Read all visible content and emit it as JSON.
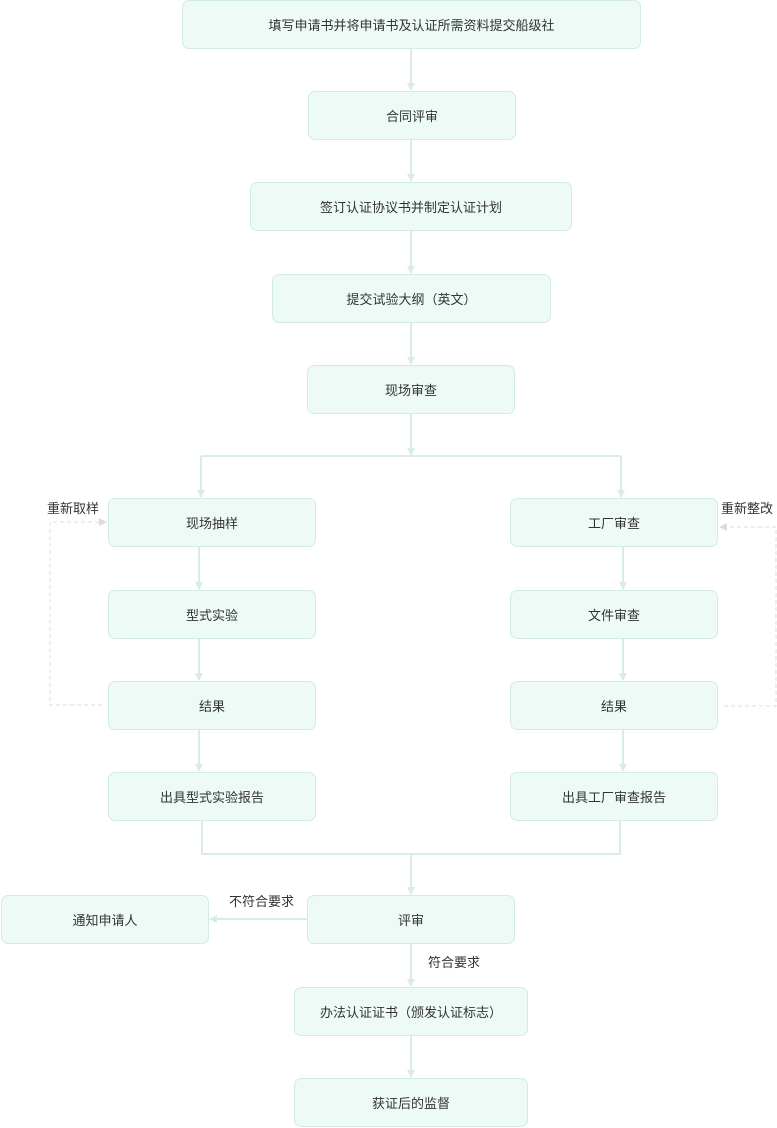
{
  "diagram": {
    "nodes": {
      "submit_application": "填写申请书并将申请书及认证所需资料提交船级社",
      "contract_review": "合同评审",
      "sign_agreement": "签订认证协议书并制定认证计划",
      "submit_outline": "提交试验大纲（英文）",
      "site_review": "现场审查",
      "site_sampling": "现场抽样",
      "type_test": "型式实验",
      "result_left": "结果",
      "type_test_report": "出具型式实验报告",
      "factory_review": "工厂审查",
      "document_review": "文件审查",
      "result_right": "结果",
      "factory_review_report": "出具工厂审查报告",
      "evaluation": "评审",
      "notify_applicant": "通知申请人",
      "issue_certificate": "办法认证证书（颁发认证标志）",
      "post_certification_supervision": "获证后的监督"
    },
    "edge_labels": {
      "resample": "重新取样",
      "rectify": "重新整改",
      "not_compliant": "不符合要求",
      "compliant": "符合要求"
    },
    "colors": {
      "node_fill": "#eefaf6",
      "node_border": "#d3ece3",
      "connector": "#d9ece5",
      "dashed_connector": "#dcdcdc",
      "text": "#333333"
    }
  }
}
